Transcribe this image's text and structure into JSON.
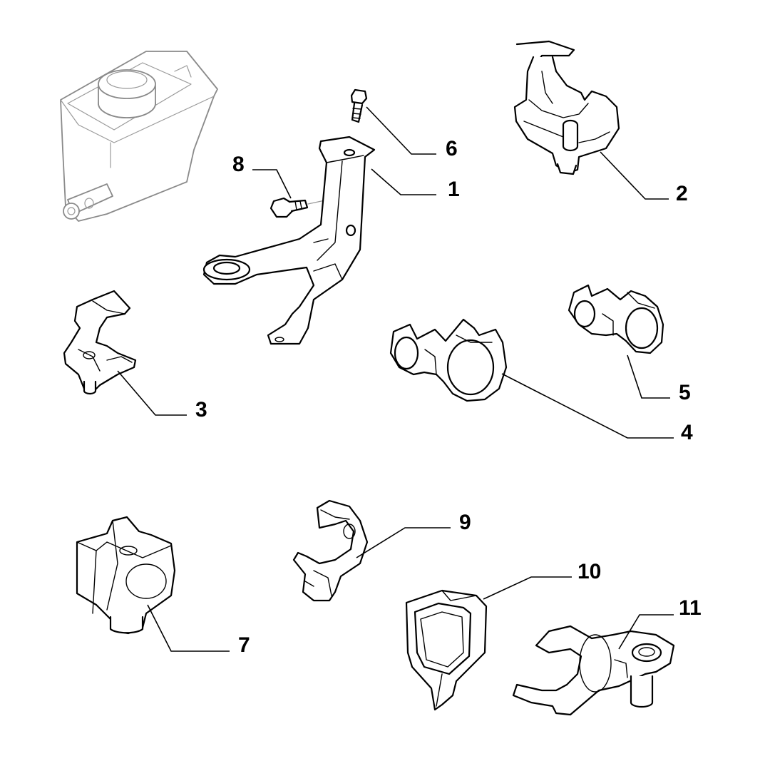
{
  "callouts": {
    "c1": "1",
    "c2": "2",
    "c3": "3",
    "c4": "4",
    "c5": "5",
    "c6": "6",
    "c7": "7",
    "c8": "8",
    "c9": "9",
    "c10": "10",
    "c11": "11"
  },
  "colors": {
    "line": "#000000",
    "ghost_line": "#8a8a8a",
    "background": "#ffffff"
  }
}
